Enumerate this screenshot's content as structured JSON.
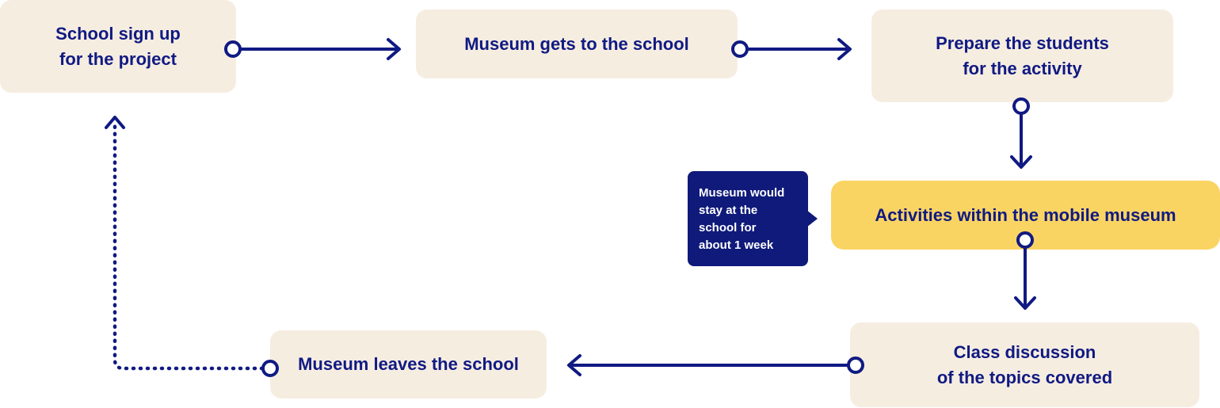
{
  "nodes": {
    "school_sign_up": "School sign up\nfor the project",
    "museum_gets": "Museum gets to the school",
    "prepare_students": "Prepare the students\nfor the activity",
    "activities": "Activities within the mobile museum",
    "class_discussion": "Class discussion\nof the topics covered",
    "museum_leaves": "Museum leaves the school"
  },
  "note": {
    "text": "Museum would\nstay at the\nschool for\nabout 1 week"
  },
  "colors": {
    "stroke": "#101A82",
    "box": "#F6EDE1",
    "highlight": "#FAD463",
    "note": "#0F1A7A"
  }
}
